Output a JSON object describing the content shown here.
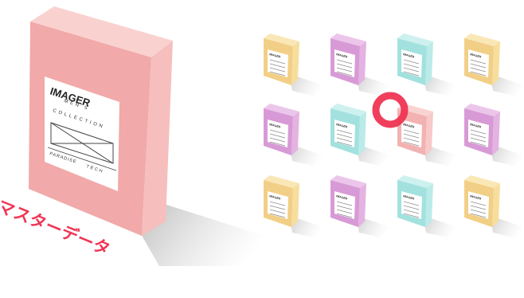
{
  "master_box": {
    "brand": "IMAGER",
    "collection_lines": [
      "MEN'S",
      "COLLECTION"
    ],
    "footer_left": "PARADISE",
    "footer_right": "TECH"
  },
  "caption": "マスターデータ",
  "grid": {
    "rows": [
      [
        "yellow",
        "purple",
        "cyan",
        "yellow"
      ],
      [
        "purple",
        "cyan",
        "pink",
        "purple"
      ],
      [
        "yellow",
        "purple",
        "cyan",
        "yellow"
      ]
    ],
    "mini_label": "IMAGER",
    "highlight": {
      "row": 1,
      "col": 2
    }
  },
  "colors": {
    "pink": {
      "front": "#f2b2b2",
      "side": "#f7c9c8",
      "top": "#f9d3d2"
    },
    "yellow": {
      "front": "#f2cf86",
      "side": "#f7de9d",
      "top": "#fae7b6"
    },
    "purple": {
      "front": "#d89ad6",
      "side": "#e4b3e1",
      "top": "#ecc6ea"
    },
    "cyan": {
      "front": "#a2e1de",
      "side": "#bbebe8",
      "top": "#cdf1ef"
    },
    "ring": "#ef3553",
    "caption": "#ef3553"
  }
}
